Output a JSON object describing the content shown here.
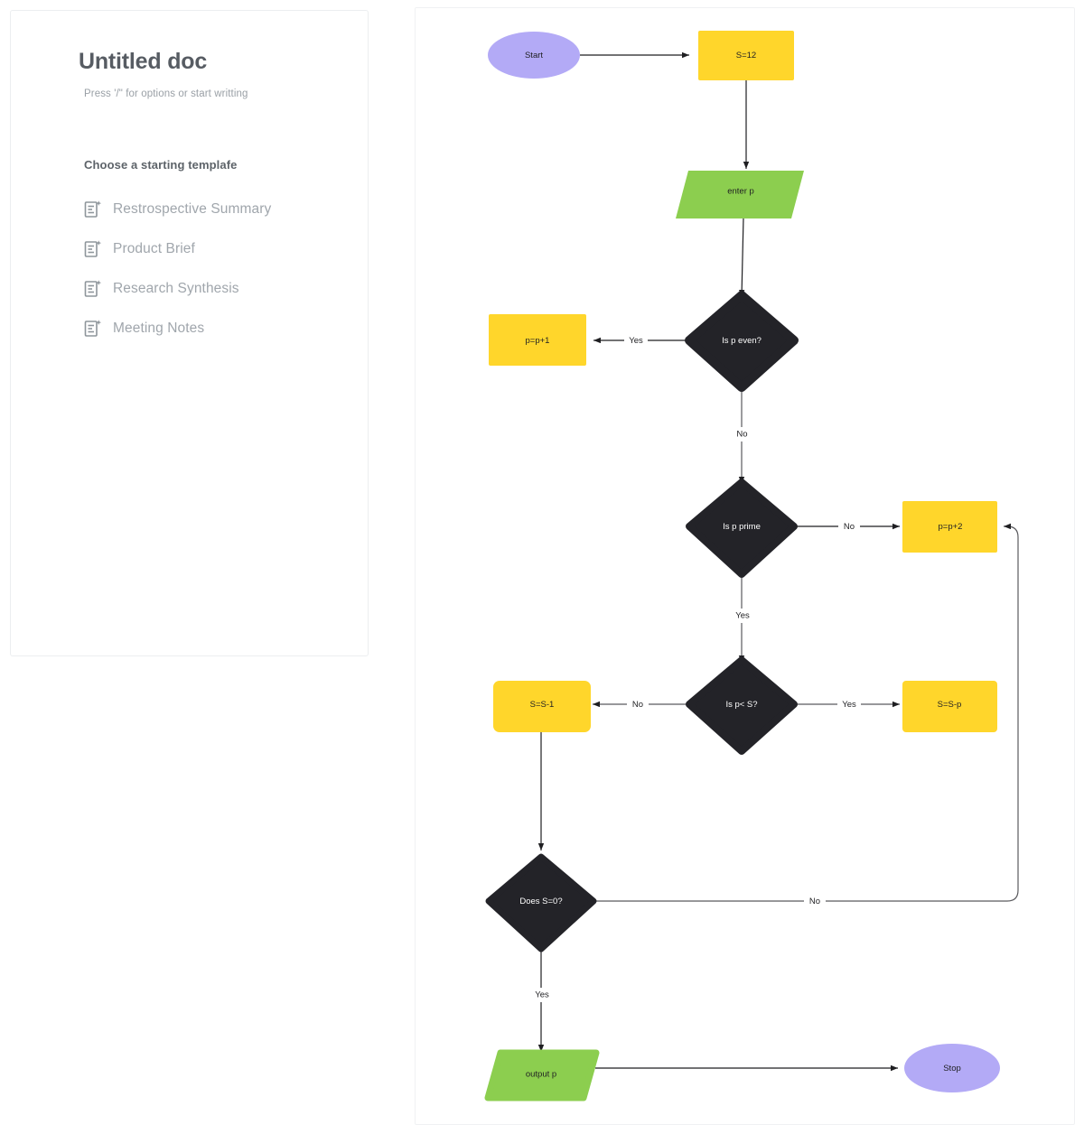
{
  "doc": {
    "title": "Untitled doc",
    "subtitle": "Press '/\" for options or start writting",
    "templates_heading": "Choose a starting templafe",
    "templates": [
      {
        "label": "Restrospective Summary",
        "icon": "document-sparkle-icon"
      },
      {
        "label": "Product Brief",
        "icon": "document-sparkle-icon"
      },
      {
        "label": "Research Synthesis",
        "icon": "document-sparkle-icon"
      },
      {
        "label": "Meeting Notes",
        "icon": "document-sparkle-icon"
      }
    ]
  },
  "colors": {
    "yellow": "#FFD62B",
    "green": "#8CCE4F",
    "purple": "#B3AAF6",
    "dark": "#232328",
    "edge": "#1f1f22",
    "panel_border": "#eceef0",
    "title_text": "#575c63",
    "muted_text": "#a0a6ac"
  },
  "flowchart": {
    "nodes": [
      {
        "id": "start",
        "label": "Start",
        "shape": "ellipse",
        "color": "#B3AAF6",
        "text_color": "#1f1f22"
      },
      {
        "id": "s12",
        "label": "S=12",
        "shape": "rect",
        "color": "#FFD62B",
        "text_color": "#1f1f22"
      },
      {
        "id": "enterp",
        "label": "enter p",
        "shape": "parallelogram",
        "color": "#8CCE4F",
        "text_color": "#1f1f22"
      },
      {
        "id": "iseven",
        "label": "Is p even?",
        "shape": "diamond",
        "color": "#232328",
        "text_color": "#ffffff"
      },
      {
        "id": "pplus1",
        "label": "p=p+1",
        "shape": "rect",
        "color": "#FFD62B",
        "text_color": "#1f1f22"
      },
      {
        "id": "isprime",
        "label": "Is p prime",
        "shape": "diamond",
        "color": "#232328",
        "text_color": "#ffffff"
      },
      {
        "id": "pplus2",
        "label": "p=p+2",
        "shape": "rect",
        "color": "#FFD62B",
        "text_color": "#1f1f22"
      },
      {
        "id": "plessS",
        "label": "Is p< S?",
        "shape": "diamond",
        "color": "#232328",
        "text_color": "#ffffff"
      },
      {
        "id": "sminus1",
        "label": "S=S-1",
        "shape": "rect",
        "color": "#FFD62B",
        "text_color": "#1f1f22"
      },
      {
        "id": "sminusp",
        "label": "S=S-p",
        "shape": "rect",
        "color": "#FFD62B",
        "text_color": "#1f1f22"
      },
      {
        "id": "sIszero",
        "label": "Does S=0?",
        "shape": "diamond",
        "color": "#232328",
        "text_color": "#ffffff"
      },
      {
        "id": "outputp",
        "label": "output p",
        "shape": "parallelogram",
        "color": "#8CCE4F",
        "text_color": "#1f1f22"
      },
      {
        "id": "stop",
        "label": "Stop",
        "shape": "ellipse",
        "color": "#B3AAF6",
        "text_color": "#1f1f22"
      }
    ],
    "edges": [
      {
        "from": "start",
        "to": "s12",
        "label": ""
      },
      {
        "from": "s12",
        "to": "enterp",
        "label": ""
      },
      {
        "from": "enterp",
        "to": "iseven",
        "label": ""
      },
      {
        "from": "iseven",
        "to": "pplus1",
        "label": "Yes"
      },
      {
        "from": "iseven",
        "to": "isprime",
        "label": "No"
      },
      {
        "from": "isprime",
        "to": "pplus2",
        "label": "No"
      },
      {
        "from": "isprime",
        "to": "plessS",
        "label": "Yes"
      },
      {
        "from": "plessS",
        "to": "sminus1",
        "label": "No"
      },
      {
        "from": "plessS",
        "to": "sminusp",
        "label": "Yes"
      },
      {
        "from": "sminus1",
        "to": "sIszero",
        "label": ""
      },
      {
        "from": "sIszero",
        "to": "pplus2",
        "label": "No"
      },
      {
        "from": "sIszero",
        "to": "outputp",
        "label": "Yes"
      },
      {
        "from": "outputp",
        "to": "stop",
        "label": ""
      }
    ]
  }
}
